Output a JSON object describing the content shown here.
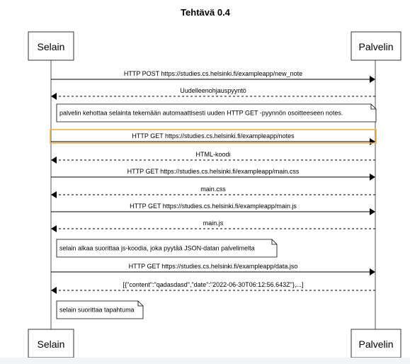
{
  "title": "Tehtävä 0.4",
  "participants": {
    "left": "Selain",
    "right": "Palvelin"
  },
  "steps": [
    {
      "kind": "message",
      "from": "left",
      "to": "right",
      "style": "solid",
      "label": "HTTP POST https://studies.cs.helsinki.fi/exampleapp/new_note"
    },
    {
      "kind": "message",
      "from": "right",
      "to": "left",
      "style": "dashed",
      "label": "Uudelleenohjauspyyntö"
    },
    {
      "kind": "note",
      "text": "palvelin kehottaa selainta tekemään automaattisesti uuden HTTP GET -pyynnön osoitteeseen notes."
    },
    {
      "kind": "message",
      "from": "left",
      "to": "right",
      "style": "solid",
      "label": "HTTP GET https://studies.cs.helsinki.fi/exampleapp/notes",
      "highlighted": true
    },
    {
      "kind": "message",
      "from": "right",
      "to": "left",
      "style": "dashed",
      "label": "HTML-koodi"
    },
    {
      "kind": "message",
      "from": "left",
      "to": "right",
      "style": "solid",
      "label": "HTTP GET https://studies.cs.helsinki.fi/exampleapp/main.css"
    },
    {
      "kind": "message",
      "from": "right",
      "to": "left",
      "style": "dashed",
      "label": "main.css"
    },
    {
      "kind": "message",
      "from": "left",
      "to": "right",
      "style": "solid",
      "label": "HTTP GET https://studies.cs.helsinki.fi/exampleapp/main.js"
    },
    {
      "kind": "message",
      "from": "right",
      "to": "left",
      "style": "dashed",
      "label": "main.js"
    },
    {
      "kind": "note",
      "text": "selain alkaa suorittaa js-koodia, joka pyytää JSON-datan palvelimelta"
    },
    {
      "kind": "message",
      "from": "left",
      "to": "right",
      "style": "solid",
      "label": "HTTP GET https://studies.cs.helsinki.fi/exampleapp/data.jso"
    },
    {
      "kind": "message",
      "from": "right",
      "to": "left",
      "style": "dashed",
      "label": "[{\"content\":\"qadasdasd\",\"date\":\"2022-06-30T06:12:56.643Z\"},...]"
    },
    {
      "kind": "note",
      "text": "selain suorittaa tapahtuma"
    }
  ]
}
